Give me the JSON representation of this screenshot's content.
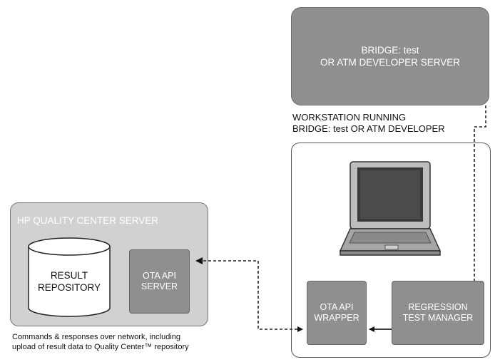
{
  "bridge_server": {
    "line1": "BRIDGE: test",
    "line2": "OR ATM DEVELOPER SERVER"
  },
  "workstation": {
    "line1": "WORKSTATION RUNNING",
    "line2": "BRIDGE: test OR ATM DEVELOPER"
  },
  "hp_server": {
    "title": "HP QUALITY CENTER  SERVER"
  },
  "result_repository": {
    "line1": "RESULT",
    "line2": "REPOSITORY"
  },
  "ota_api_server": {
    "line1": "OTA API",
    "line2": "SERVER"
  },
  "ota_api_wrapper": {
    "line1": "OTA API",
    "line2": "WRAPPER"
  },
  "regression_manager": {
    "line1": "REGRESSION",
    "line2": "TEST MANAGER"
  },
  "caption": {
    "line1": "Commands & responses over network, including",
    "line2": "upload of result data to Quality Center™ repository"
  },
  "colors": {
    "dark_box": "#8f8f8f",
    "light_box": "#d1d1d1",
    "text_on_dark": "#ffffff"
  }
}
